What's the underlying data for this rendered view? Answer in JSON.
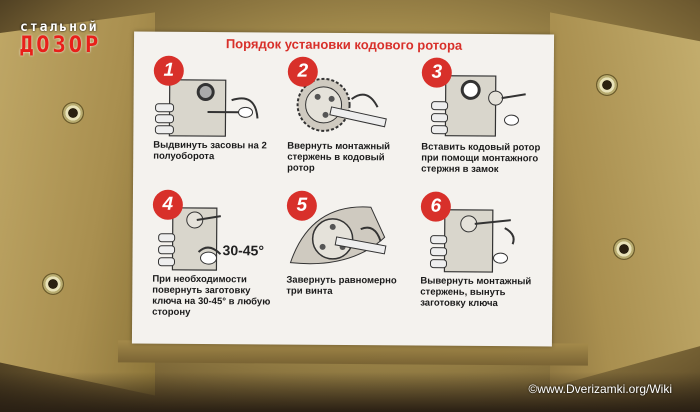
{
  "logo": {
    "top": "стальной",
    "main": "ДОЗОР"
  },
  "label": {
    "title": "Порядок установки кодового ротора"
  },
  "steps": [
    {
      "num": "1",
      "caption": "Выдвинуть засовы на 2 полуоборота"
    },
    {
      "num": "2",
      "caption": "Ввернуть монтажный стержень в кодовый ротор"
    },
    {
      "num": "3",
      "caption": "Вставить кодовый ротор при помощи монтажного стержня в замок"
    },
    {
      "num": "4",
      "caption": "При необходимости повернуть заготовку ключа на 30-45° в любую сторону",
      "angle": "30-45°"
    },
    {
      "num": "5",
      "caption": "Завернуть равномерно три винта"
    },
    {
      "num": "6",
      "caption": "Вывернуть монтажный стержень, вынуть заготовку ключа"
    }
  ],
  "watermark": "©www.Dverizamki.org/Wiki",
  "colors": {
    "accent_red": "#d8302a",
    "cardboard": "#b59c5c",
    "label_bg": "#f4f2ee"
  }
}
